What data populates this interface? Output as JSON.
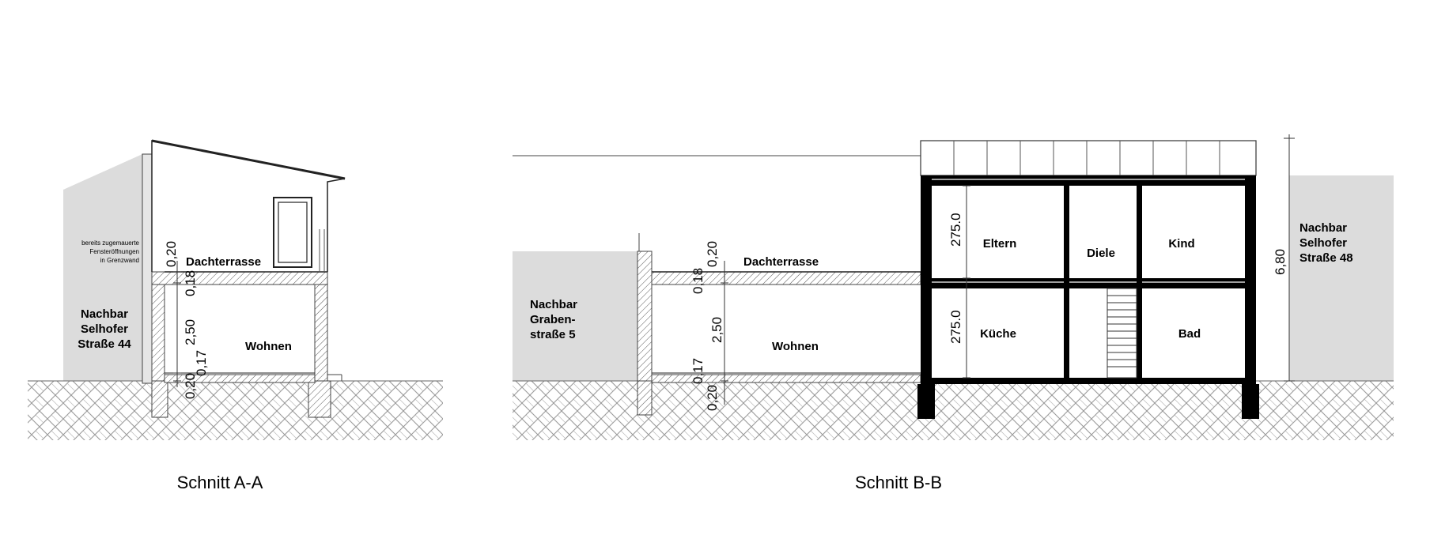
{
  "sections": {
    "a": {
      "title": "Schnitt A-A",
      "note_line1": "bereits zugemauerte",
      "note_line2": "Fensteröffnungen",
      "note_line3": "in Grenzwand",
      "neighbor_line1": "Nachbar",
      "neighbor_line2": "Selhofer",
      "neighbor_line3": "Straße 44",
      "room_terrace": "Dachterrasse",
      "room_living": "Wohnen",
      "dim_top_slab": "0,20",
      "dim_top_screed": "0,18",
      "dim_height": "2,50",
      "dim_floor_screed": "0,17",
      "dim_floor_slab": "0,20"
    },
    "b": {
      "title": "Schnitt B-B",
      "neighbor_left_line1": "Nachbar",
      "neighbor_left_line2": "Graben-",
      "neighbor_left_line3": "straße 5",
      "neighbor_right_line1": "Nachbar",
      "neighbor_right_line2": "Selhofer",
      "neighbor_right_line3": "Straße 48",
      "room_terrace": "Dachterrasse",
      "room_living": "Wohnen",
      "room_parents": "Eltern",
      "room_hall": "Diele",
      "room_child": "Kind",
      "room_kitchen": "Küche",
      "room_bath": "Bad",
      "dim_top_slab": "0,20",
      "dim_top_screed": "0,18",
      "dim_height": "2,50",
      "dim_floor_screed": "0,17",
      "dim_floor_slab": "0,20",
      "dim_upper_floor": "275.0",
      "dim_lower_floor": "275.0",
      "dim_total_height": "6,80"
    }
  }
}
